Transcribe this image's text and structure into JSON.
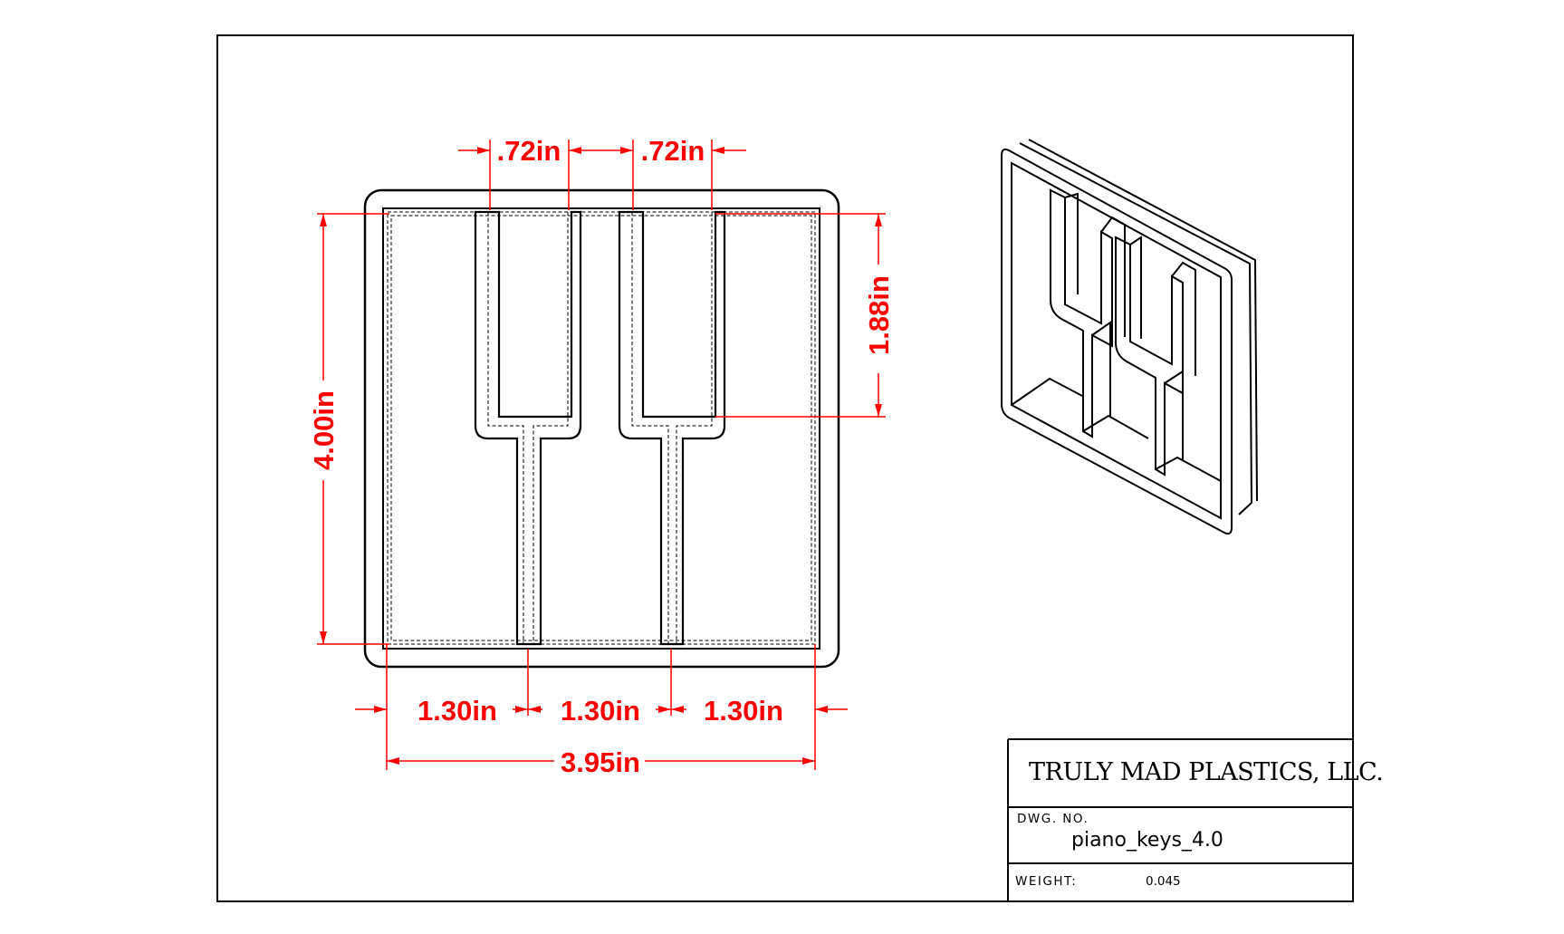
{
  "drawing": {
    "dimensions": {
      "black_key_width_1": ".72in",
      "black_key_width_2": ".72in",
      "black_key_height": "1.88in",
      "overall_height": "4.00in",
      "white_key_width_1": "1.30in",
      "white_key_width_2": "1.30in",
      "white_key_width_3": "1.30in",
      "overall_width": "3.95in"
    },
    "line_color": "#000000",
    "dimension_color": "#ff0000"
  },
  "title_block": {
    "company": "TRULY MAD PLASTICS, LLC.",
    "dwg_no_label": "DWG. NO.",
    "dwg_no": "piano_keys_4.0",
    "weight_label": "WEIGHT:",
    "weight": "0.045"
  }
}
